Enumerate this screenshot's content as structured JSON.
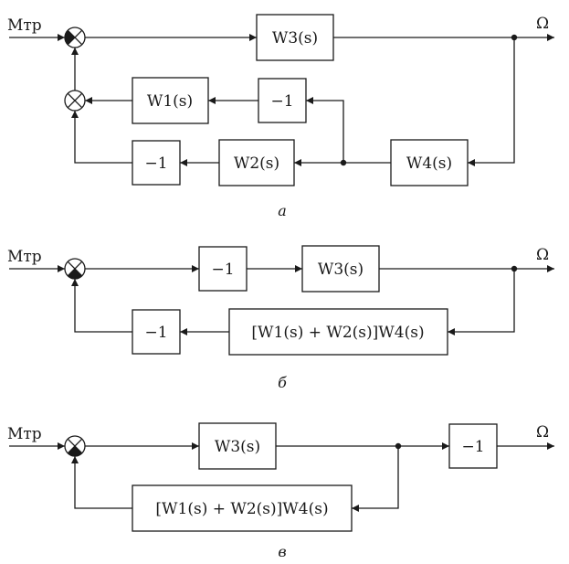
{
  "signals": {
    "input": "Mтр",
    "output": "Ω"
  },
  "diagram_a": {
    "caption": "а",
    "w3": "W3(s)",
    "w1": "W1(s)",
    "w2": "W2(s)",
    "w4": "W4(s)",
    "neg_inner": "−1",
    "neg_outer": "−1"
  },
  "diagram_b": {
    "caption": "б",
    "neg_forward": "−1",
    "w3": "W3(s)",
    "neg_feedback": "−1",
    "feedback": "[W1(s) + W2(s)]W4(s)"
  },
  "diagram_c": {
    "caption": "в",
    "w3": "W3(s)",
    "neg_output": "−1",
    "feedback": "[W1(s) + W2(s)]W4(s)"
  }
}
